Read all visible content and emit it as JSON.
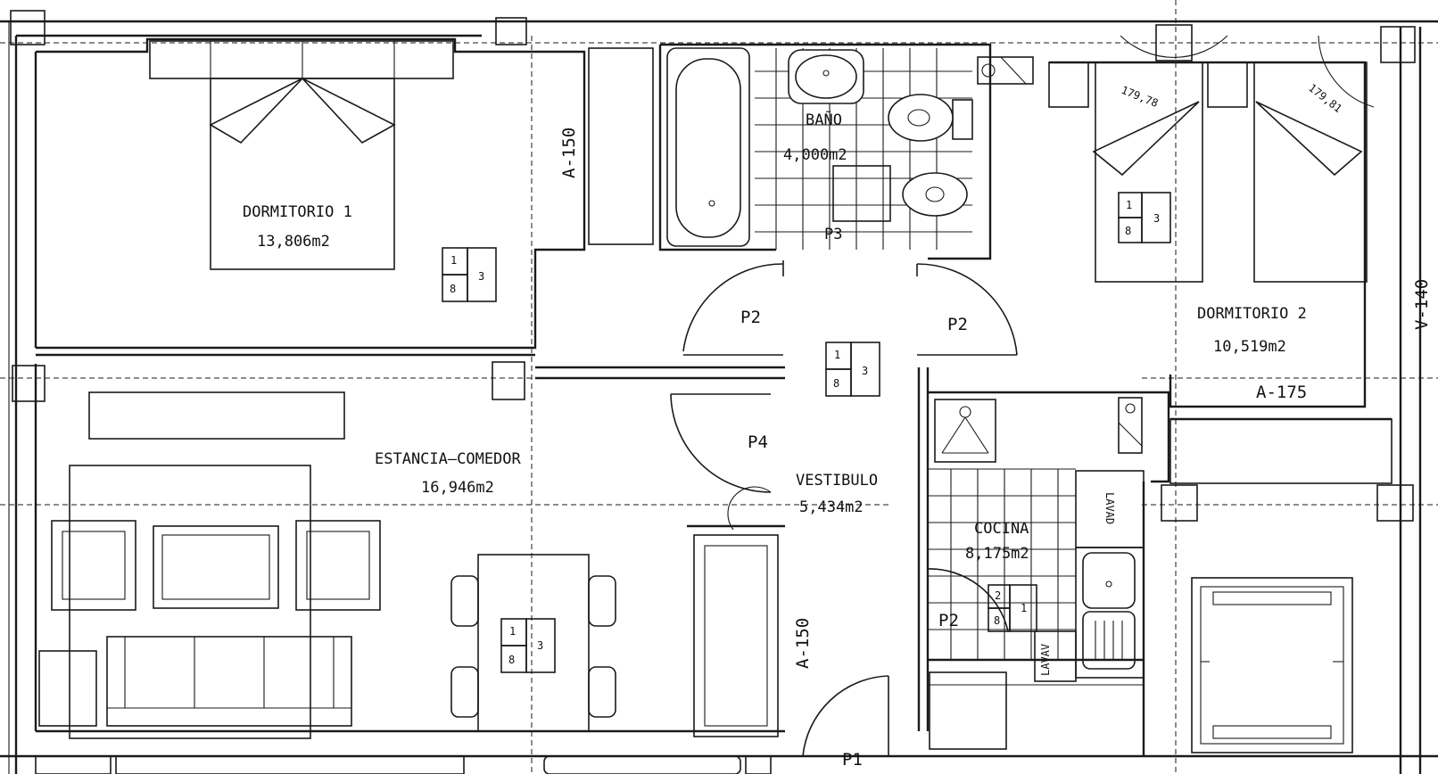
{
  "rooms": {
    "dormitorio1": {
      "name": "DORMITORIO 1",
      "area": "13,806m2"
    },
    "dormitorio2": {
      "name": "DORMITORIO 2",
      "area": "10,519m2"
    },
    "bano": {
      "name": "BAÑO",
      "area": "4,000m2"
    },
    "estancia": {
      "name": "ESTANCIA–COMEDOR",
      "area": "16,946m2"
    },
    "vestibulo": {
      "name": "VESTIBULO",
      "area": "5,434m2"
    },
    "cocina": {
      "name": "COCINA",
      "area": "8,175m2"
    }
  },
  "doors": {
    "p2_left": "P2",
    "p2_right": "P2",
    "p2_kitchen": "P2",
    "p3": "P3",
    "p4": "P4",
    "p1": "P1"
  },
  "labels": {
    "a150_top": "A-150",
    "a150_bottom": "A-150",
    "a175": "A-175",
    "a140": "V-140",
    "angle1": "179,78",
    "angle2": "179,81",
    "lavad": "LAVAD",
    "lavav": "LAVAV"
  },
  "sockets": {
    "one": "1",
    "three": "3",
    "eight": "8",
    "two": "2"
  }
}
